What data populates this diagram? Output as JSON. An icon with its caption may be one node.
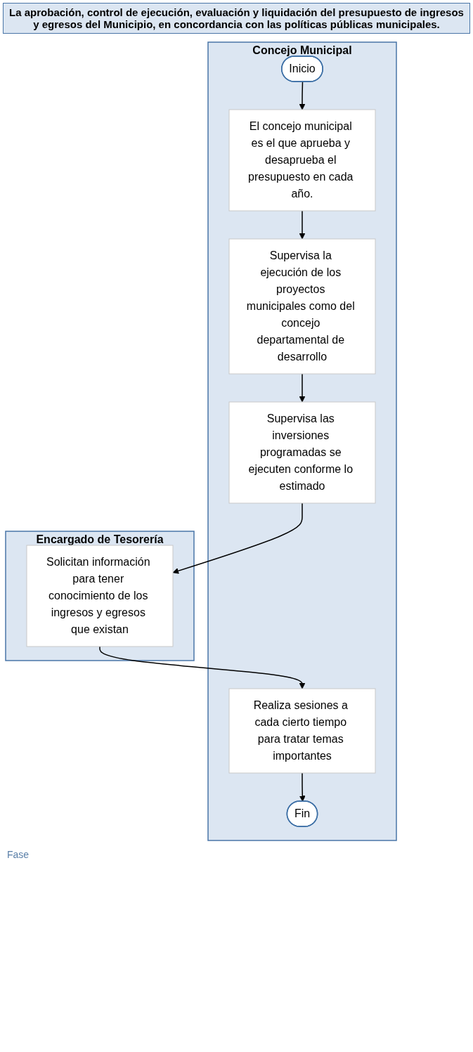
{
  "diagram": {
    "title": "La aprobación, control de ejecución, evaluación y liquidación del presupuesto de ingresos y egresos del Municipio, en concordancia con las políticas públicas municipales.",
    "nodes": [
      {
        "text": [
          "Concejo Municipal"
        ]
      },
      {
        "text": [
          "Encargado de Tesorería"
        ]
      },
      {
        "text": [
          "Inicio"
        ],
        "in": 0
      },
      {
        "text": [
          "El concejo municipal es el que aprueba y desaprueba el presupuesto en cada año."
        ],
        "in": 0
      },
      {
        "text": [
          "Supervisa la ejecución de los proyectos municipales como del concejo departamental de desarrollo"
        ],
        "in": 0
      },
      {
        "text": [
          "Supervisa las inversiones programadas se ejecuten conforme lo estimado"
        ],
        "in": 0
      },
      {
        "text": [
          "Solicitan información para tener conocimiento de los ingresos y egresos que existan"
        ],
        "in": 1
      },
      {
        "text": [
          "Realiza sesiones a cada cierto tiempo para tratar temas importantes"
        ],
        "in": 0
      },
      {
        "text": [
          "Fin"
        ],
        "in": 0
      }
    ],
    "edges": [
      {
        "from": 2,
        "to": 3,
        "arrow": "to"
      },
      {
        "from": 3,
        "to": 4,
        "arrow": "to"
      },
      {
        "from": 4,
        "to": 5,
        "arrow": "to"
      },
      {
        "from": 5,
        "to": 6,
        "arrow": "to"
      },
      {
        "from": 6,
        "to": 7,
        "arrow": "to"
      },
      {
        "from": 7,
        "to": 8,
        "arrow": "to"
      }
    ],
    "labels": [
      "Fase"
    ]
  }
}
